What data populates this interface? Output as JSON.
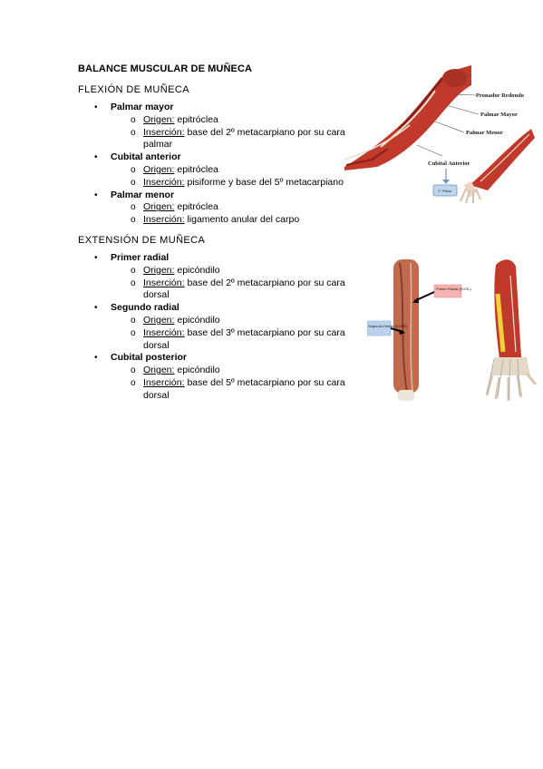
{
  "document": {
    "title": "BALANCE MUSCULAR DE MUÑECA",
    "sections": [
      {
        "heading": "FLEXIÓN DE MUÑECA",
        "muscles": [
          {
            "name": "Palmar mayor",
            "details": [
              {
                "label": "Origen:",
                "text": " epitróclea"
              },
              {
                "label": "Inserción:",
                "text": " base del 2º metacarpiano por su cara palmar"
              }
            ]
          },
          {
            "name": "Cubital anterior",
            "details": [
              {
                "label": "Origen:",
                "text": " epitróclea"
              },
              {
                "label": "Inserción:",
                "text": " pisiforme y base del 5º metacarpiano"
              }
            ]
          },
          {
            "name": "Palmar menor",
            "details": [
              {
                "label": "Origen:",
                "text": " epitróclea"
              },
              {
                "label": "Inserción:",
                "text": " ligamento anular del carpo"
              }
            ]
          }
        ]
      },
      {
        "heading": "EXTENSIÓN DE MUÑECA",
        "muscles": [
          {
            "name": "Primer radial",
            "details": [
              {
                "label": "Origen:",
                "text": " epicóndilo"
              },
              {
                "label": "Inserción:",
                "text": " base del 2º metacarpiano por su cara dorsal"
              }
            ]
          },
          {
            "name": "Segundo radial",
            "details": [
              {
                "label": "Origen:",
                "text": " epicóndilo"
              },
              {
                "label": "Inserción:",
                "text": " base del 3º metacarpiano por su cara dorsal"
              }
            ]
          },
          {
            "name": "Cubital posterior",
            "details": [
              {
                "label": "Origen:",
                "text": " epicóndilo"
              },
              {
                "label": "Inserción:",
                "text": " base del 5º metacarpiano por su cara dorsal"
              }
            ]
          }
        ]
      }
    ]
  },
  "figure_flexion": {
    "labels": {
      "pronador": "Pronador Redondo",
      "palmar_mayor": "Palmar Mayor",
      "palmar_menor": "Palmar Menor",
      "cubital_anterior": "Cubital Anterior",
      "box": "1° Plano"
    },
    "colors": {
      "muscle": "#c0392b",
      "muscle_dark": "#8e1d16",
      "tendon": "#e8e1d2",
      "box": "#bcd6ee",
      "box_border": "#6f95bd"
    }
  },
  "figure_extension": {
    "labels": {
      "tag_red": "Primer Radial (ECRL)",
      "tag_blue": "Segundo Radial (ECRB)"
    },
    "colors": {
      "muscle": "#b8553d",
      "tag_red": "#f6b2b2",
      "tag_blue": "#b9d3ee",
      "yellow": "#f2d13a"
    }
  }
}
